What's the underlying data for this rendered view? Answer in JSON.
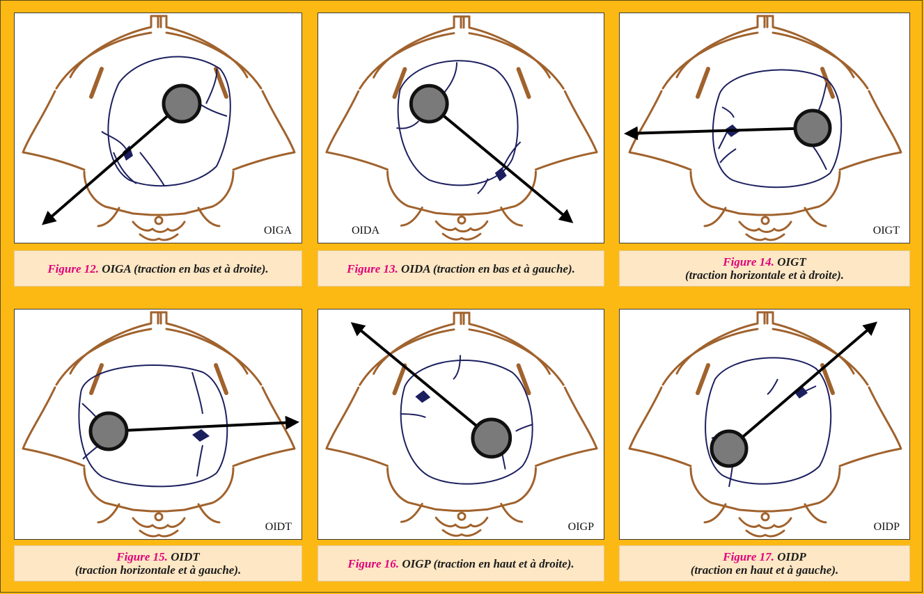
{
  "colors": {
    "background": "#fdb913",
    "caption_background": "#fde7c4",
    "figure_number": "#e0007a",
    "pelvis_outline": "#a0622d",
    "skull_outline": "#1c1f5e",
    "fontanelle_fill": "#7a7a7a",
    "arrow": "#000000"
  },
  "figures": [
    {
      "panel_label": "OIGA",
      "figure_number": "Figure 12.",
      "caption_code": "OIGA",
      "caption_text": "(traction en bas et à droite)."
    },
    {
      "panel_label": "OIDA",
      "figure_number": "Figure 13.",
      "caption_code": "OIDA",
      "caption_text": "(traction en bas et à gauche)."
    },
    {
      "panel_label": "OIGT",
      "figure_number": "Figure 14.",
      "caption_code": "OIGT",
      "caption_text": "(traction horizontale et à droite)."
    },
    {
      "panel_label": "OIDT",
      "figure_number": "Figure 15.",
      "caption_code": "OIDT",
      "caption_text": "(traction horizontale et à gauche)."
    },
    {
      "panel_label": "OIGP",
      "figure_number": "Figure 16.",
      "caption_code": "OIGP",
      "caption_text": "(traction en haut et à droite)."
    },
    {
      "panel_label": "OIDP",
      "figure_number": "Figure 17.",
      "caption_code": "OIDP",
      "caption_text": "(traction en haut et à gauche)."
    }
  ]
}
